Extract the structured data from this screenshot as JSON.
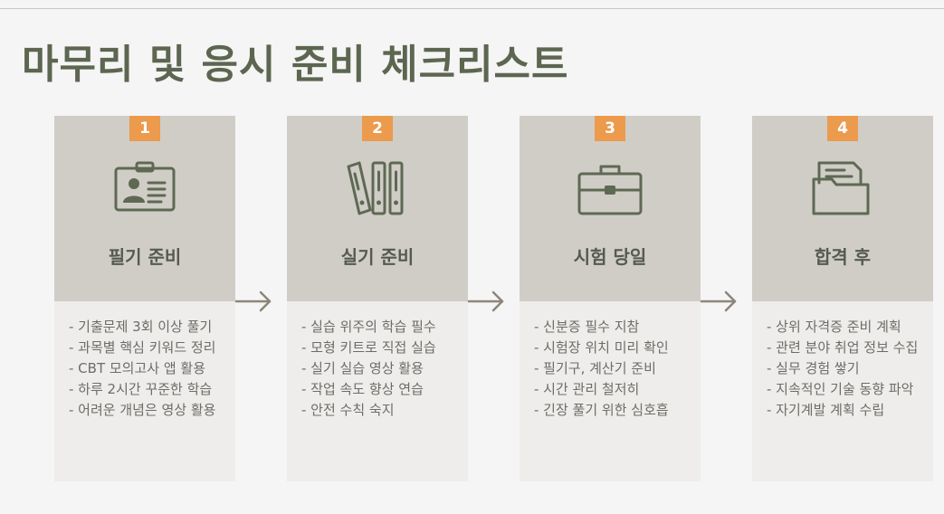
{
  "page": {
    "title": "마무리 및 응시 준비 체크리스트"
  },
  "colors": {
    "title": "#5c6650",
    "badge": "#ec9a4c",
    "card_header": "#d0cdc7",
    "card_body": "#eeedeb",
    "icon_stroke": "#5e6953",
    "arrow": "#8d8579"
  },
  "steps": [
    {
      "number": "1",
      "icon": "id-card-icon",
      "title": "필기 준비",
      "items": [
        "- 기출문제 3회 이상 풀기",
        "- 과목별 핵심 키워드 정리",
        "- CBT 모의고사 앱 활용",
        "- 하루 2시간 꾸준한 학습",
        "- 어려운 개념은 영상 활용"
      ]
    },
    {
      "number": "2",
      "icon": "binders-icon",
      "title": "실기 준비",
      "items": [
        "- 실습 위주의 학습 필수",
        "- 모형 키트로 직접 실습",
        "- 실기 실습 영상 활용",
        "- 작업 속도 향상 연습",
        "- 안전 수칙 숙지"
      ]
    },
    {
      "number": "3",
      "icon": "briefcase-icon",
      "title": "시험 당일",
      "items": [
        "- 신분증 필수 지참",
        "- 시험장 위치 미리 확인",
        "- 필기구, 계산기 준비",
        "- 시간 관리 철저히",
        "- 긴장 풀기 위한 심호흡"
      ]
    },
    {
      "number": "4",
      "icon": "folder-icon",
      "title": "합격 후",
      "items": [
        "- 상위 자격증 준비 계획",
        "- 관련 분야 취업 정보 수집",
        "- 실무 경험 쌓기",
        "- 지속적인 기술 동향 파악",
        "- 자기계발 계획 수립"
      ]
    }
  ]
}
